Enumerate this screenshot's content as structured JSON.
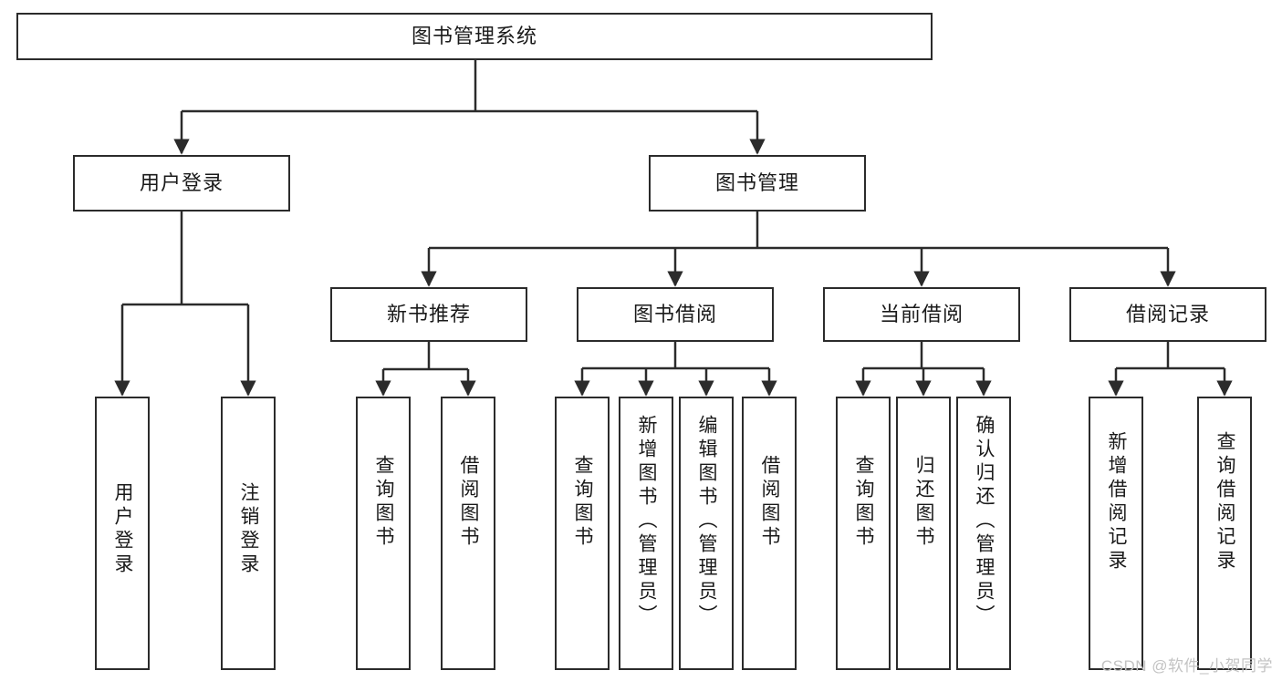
{
  "diagram": {
    "title": "图书管理系统",
    "type": "tree-hierarchy-chart",
    "root": {
      "id": "root",
      "label": "图书管理系统"
    },
    "level2": [
      {
        "id": "user-login",
        "label": "用户登录"
      },
      {
        "id": "book-manage",
        "label": "图书管理"
      }
    ],
    "level3": [
      {
        "id": "new-book-rec",
        "label": "新书推荐",
        "parent": "book-manage"
      },
      {
        "id": "book-borrow",
        "label": "图书借阅",
        "parent": "book-manage"
      },
      {
        "id": "current-borrow",
        "label": "当前借阅",
        "parent": "book-manage"
      },
      {
        "id": "borrow-record",
        "label": "借阅记录",
        "parent": "book-manage"
      }
    ],
    "leaves": [
      {
        "id": "leaf-user-login",
        "label": "用户登录",
        "parent": "user-login"
      },
      {
        "id": "leaf-logout",
        "label": "注销登录",
        "parent": "user-login"
      },
      {
        "id": "leaf-query-book-1",
        "label": "查询图书",
        "parent": "new-book-rec"
      },
      {
        "id": "leaf-borrow-book-1",
        "label": "借阅图书",
        "parent": "new-book-rec"
      },
      {
        "id": "leaf-query-book-2",
        "label": "查询图书",
        "parent": "book-borrow"
      },
      {
        "id": "leaf-add-book",
        "label": "新增图书（管理员）",
        "parent": "book-borrow"
      },
      {
        "id": "leaf-edit-book",
        "label": "编辑图书（管理员）",
        "parent": "book-borrow"
      },
      {
        "id": "leaf-borrow-book-2",
        "label": "借阅图书",
        "parent": "book-borrow"
      },
      {
        "id": "leaf-query-book-3",
        "label": "查询图书",
        "parent": "current-borrow"
      },
      {
        "id": "leaf-return-book",
        "label": "归还图书",
        "parent": "current-borrow"
      },
      {
        "id": "leaf-confirm-return",
        "label": "确认归还（管理员）",
        "parent": "current-borrow"
      },
      {
        "id": "leaf-add-record",
        "label": "新增借阅记录",
        "parent": "borrow-record"
      },
      {
        "id": "leaf-query-record",
        "label": "查询借阅记录",
        "parent": "borrow-record"
      }
    ],
    "watermark": "CSDN @软件_小贺同学",
    "colors": {
      "stroke": "#2b2b2b",
      "fill": "#ffffff",
      "text": "#1a1a1a",
      "watermark": "#c3c3c3"
    }
  }
}
